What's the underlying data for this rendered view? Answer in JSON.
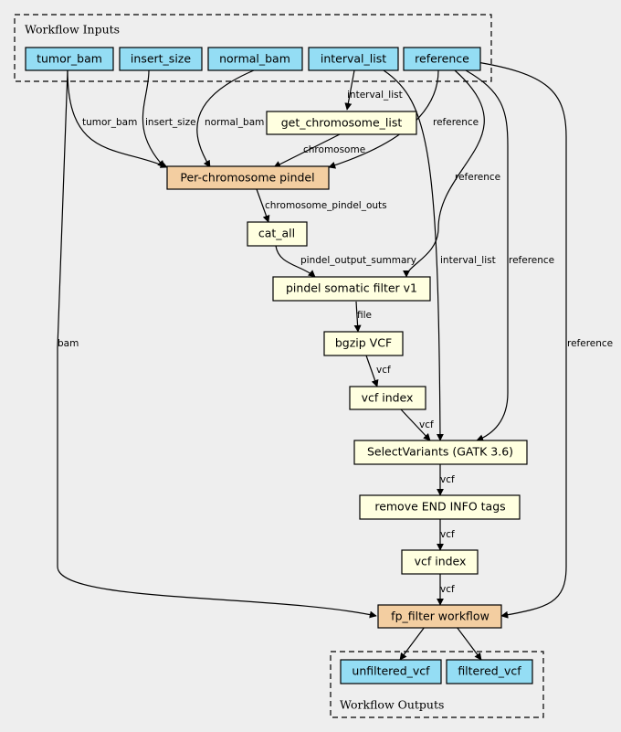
{
  "colors": {
    "background": "#eeeeee",
    "io_node": "#94ddf4",
    "step_node": "#ffffe0",
    "subworkflow_node": "#f3cea1"
  },
  "clusters": {
    "inputs": "Workflow Inputs",
    "outputs": "Workflow Outputs"
  },
  "nodes": {
    "tumor_bam": "tumor_bam",
    "insert_size": "insert_size",
    "normal_bam": "normal_bam",
    "interval_list": "interval_list",
    "reference": "reference",
    "get_chromosome_list": "get_chromosome_list",
    "per_chromosome_pindel": "Per-chromosome pindel",
    "cat_all": "cat_all",
    "pindel_somatic_filter": "pindel somatic filter v1",
    "bgzip_vcf": "bgzip VCF",
    "vcf_index_1": "vcf index",
    "select_variants": "SelectVariants (GATK 3.6)",
    "remove_end_info": "remove END INFO tags",
    "vcf_index_2": "vcf index",
    "fp_filter": "fp_filter workflow",
    "unfiltered_vcf": "unfiltered_vcf",
    "filtered_vcf": "filtered_vcf"
  },
  "edge_labels": {
    "tumor_bam_to_pindel": "tumor_bam",
    "insert_size_to_pindel": "insert_size",
    "normal_bam_to_pindel": "normal_bam",
    "interval_list_to_getchrom": "interval_list",
    "reference_to_pindel": "reference",
    "getchrom_to_pindel": "chromosome",
    "reference_to_filter": "reference",
    "pindel_to_catall": "chromosome_pindel_outs",
    "catall_to_filter": "pindel_output_summary",
    "interval_list_to_select": "interval_list",
    "reference_to_select": "reference",
    "tumor_bam_to_fp": "bam",
    "reference_to_fp": "reference",
    "filter_to_bgzip": "file",
    "bgzip_to_index1": "vcf",
    "index1_to_select": "vcf",
    "select_to_remove": "vcf",
    "remove_to_index2": "vcf",
    "index2_to_fp": "vcf"
  }
}
